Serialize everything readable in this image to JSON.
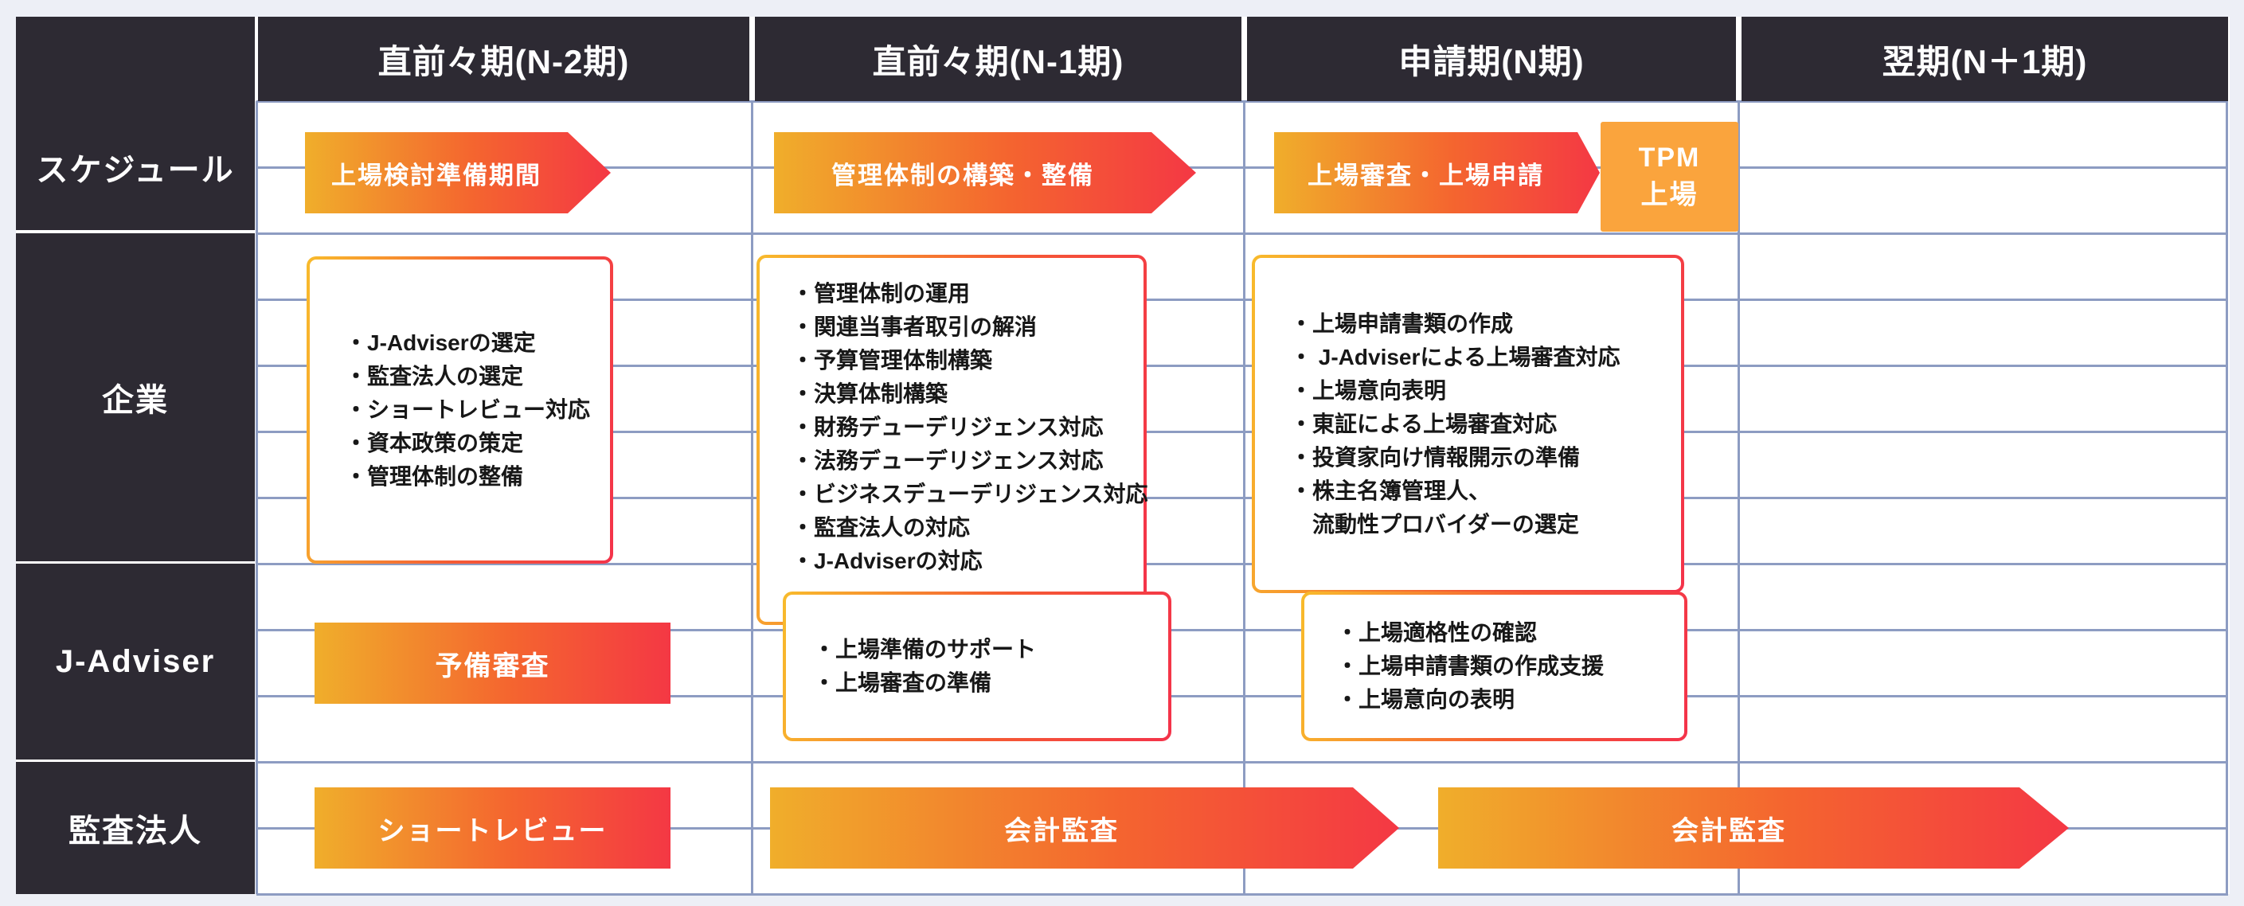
{
  "diagram": {
    "header_cols": [
      "直前々期(N-2期)",
      "直前々期(N-1期)",
      "申請期(N期)",
      "翌期(N＋1期)"
    ],
    "row_labels": [
      "スケジュール",
      "企業",
      "J-Adviser",
      "監査法人"
    ],
    "schedule": {
      "n2_arrow": "上場検討準備期間",
      "n1_arrow": "管理体制の構築・整備",
      "n_arrow": "上場審査・上場申請",
      "tpm_box": {
        "line1": "TPM",
        "line2": "上場"
      }
    },
    "company": {
      "n2_items": [
        "・J-Adviserの選定",
        "・監査法人の選定",
        "・ショートレビュー対応",
        "・資本政策の策定",
        "・管理体制の整備"
      ],
      "n1_items": [
        "・管理体制の運用",
        "・関連当事者取引の解消",
        "・予算管理体制構築",
        "・決算体制構築",
        "・財務デューデリジェンス対応",
        "・法務デューデリジェンス対応",
        "・ビジネスデューデリジェンス対応",
        "・監査法人の対応",
        "・J-Adviserの対応"
      ],
      "n_items": [
        "・上場申請書類の作成",
        "・ J-Adviserによる上場審査対応",
        "・上場意向表明",
        "・東証による上場審査対応",
        "・投資家向け情報開示の準備",
        "・株主名簿管理人、",
        "　流動性プロバイダーの選定"
      ]
    },
    "j_adviser": {
      "n2_bar": "予備審査",
      "n1_items": [
        "・上場準備のサポート",
        "・上場審査の準備"
      ],
      "n_items": [
        "・上場適格性の確認",
        "・上場申請書類の作成支援",
        "・上場意向の表明"
      ]
    },
    "audit_firm": {
      "n2_bar": "ショートレビュー",
      "n1_arrow": "会計監査",
      "n_arrow": "会計監査"
    },
    "colors": {
      "bg": "#edeff6",
      "dark": "#2d2a33",
      "grid": "#8d9cc2",
      "gradient_start": "#f0ae2b",
      "gradient_mid": "#f4652f",
      "gradient_end": "#f43844",
      "tpm_orange": "#faa43d"
    }
  }
}
